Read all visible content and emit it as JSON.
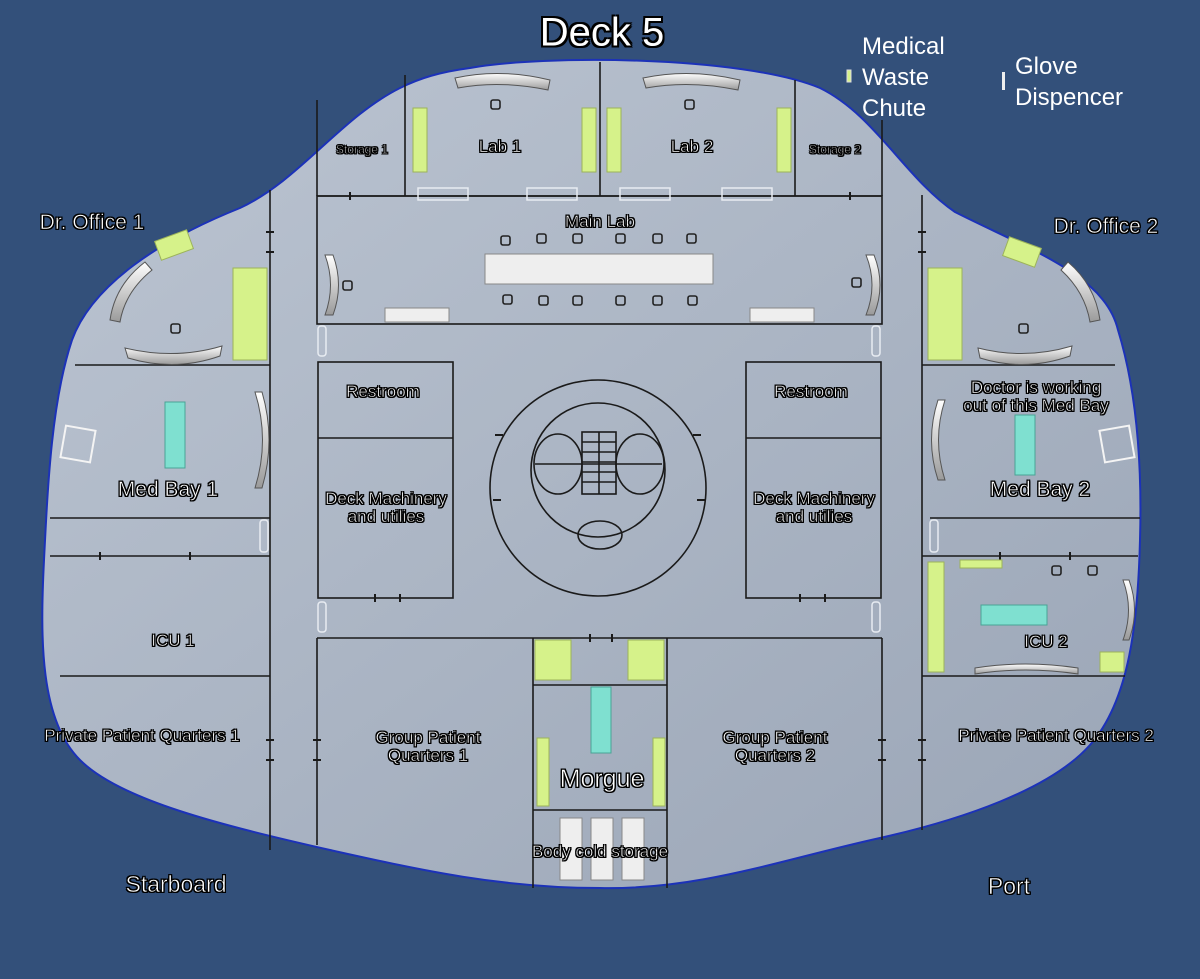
{
  "title": "Deck 5",
  "legend": {
    "medical_waste": [
      "Medical",
      "Waste",
      "Chute"
    ],
    "glove": [
      "Glove",
      "Dispencer"
    ]
  },
  "rooms": {
    "storage1": "Storage 1",
    "lab1": "Lab 1",
    "lab2": "Lab 2",
    "storage2": "Storage 2",
    "main_lab": "Main Lab",
    "dr_office1": "Dr. Office 1",
    "dr_office2": "Dr. Office 2",
    "restroom_left": "Restroom",
    "restroom_right": "Restroom",
    "note_medbay2": [
      "Doctor is working",
      "out of this Med Bay"
    ],
    "medbay1": "Med Bay  1",
    "medbay2": "Med Bay  2",
    "machinery_left": [
      "Deck Machinery",
      "and utilies"
    ],
    "machinery_right": [
      "Deck Machinery",
      "and utilies"
    ],
    "icu1": "ICU 1",
    "icu2": "ICU 2",
    "ppq1": "Private Patient Quarters 1",
    "ppq2": "Private Patient Quarters 2",
    "gpq1": [
      "Group Patient",
      "Quarters 1"
    ],
    "gpq2": [
      "Group Patient",
      "Quarters 2"
    ],
    "morgue": "Morgue",
    "cold_storage": "Body cold storage"
  },
  "orientation": {
    "starboard": "Starboard",
    "port": "Port"
  },
  "colors": {
    "background": "#33507a",
    "hull_fill": "#aeb8c6",
    "hull_outline": "#1c32b8",
    "wall": "#1a1a1a",
    "counter": "#d6f28a",
    "bed": "#7fe0d0",
    "table": "#eeeeee"
  }
}
